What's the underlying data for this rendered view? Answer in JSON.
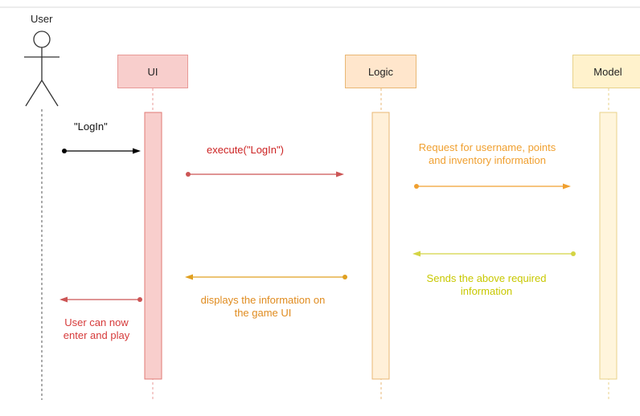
{
  "actor": {
    "label": "User",
    "icon": "stick-figure-icon"
  },
  "participants": [
    {
      "label": "UI",
      "fill": "#f8cecc",
      "stroke": "#e89a97",
      "bar_fill": "#f8cecc"
    },
    {
      "label": "Logic",
      "fill": "#ffe6cc",
      "stroke": "#e9b774",
      "bar_fill": "#fff0d9"
    },
    {
      "label": "Model",
      "fill": "#fff2cc",
      "stroke": "#e8d28a",
      "bar_fill": "#fff5dc"
    }
  ],
  "messages": [
    {
      "from": "User",
      "to": "UI",
      "text": "\"LogIn\"",
      "color": "#000000"
    },
    {
      "from": "UI",
      "to": "Logic",
      "text": "execute(\"LogIn\")",
      "color": "#cc3333"
    },
    {
      "from": "Logic",
      "to": "Model",
      "text_lines": [
        "Request for username, points",
        "and inventory information"
      ],
      "color": "#f0a030"
    },
    {
      "from": "Model",
      "to": "Logic",
      "text_lines": [
        "Sends the above required",
        "information"
      ],
      "color": "#cccc00"
    },
    {
      "from": "Logic",
      "to": "UI",
      "text_lines": [
        "displays the information on",
        "the game UI"
      ],
      "color": "#e08c20"
    },
    {
      "from": "UI",
      "to": "User",
      "text_lines": [
        "User can now",
        "enter and play"
      ],
      "color": "#d63b3b"
    }
  ]
}
